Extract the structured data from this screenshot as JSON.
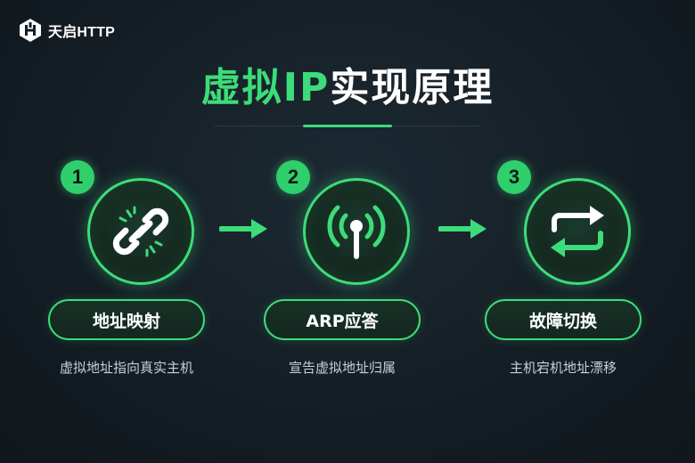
{
  "brand": {
    "logo_text": "天启HTTP"
  },
  "title": {
    "part1": "虚拟IP",
    "part2": "实现原理"
  },
  "steps": [
    {
      "number": "1",
      "label": "地址映射",
      "description": "虚拟地址指向真实主机",
      "icon": "broken-link-icon"
    },
    {
      "number": "2",
      "label": "ARP应答",
      "description": "宣告虚拟地址归属",
      "icon": "broadcast-antenna-icon"
    },
    {
      "number": "3",
      "label": "故障切换",
      "description": "主机宕机地址漂移",
      "icon": "switch-arrows-icon"
    }
  ],
  "colors": {
    "accent": "#3ddc7a",
    "background": "#141d24"
  }
}
